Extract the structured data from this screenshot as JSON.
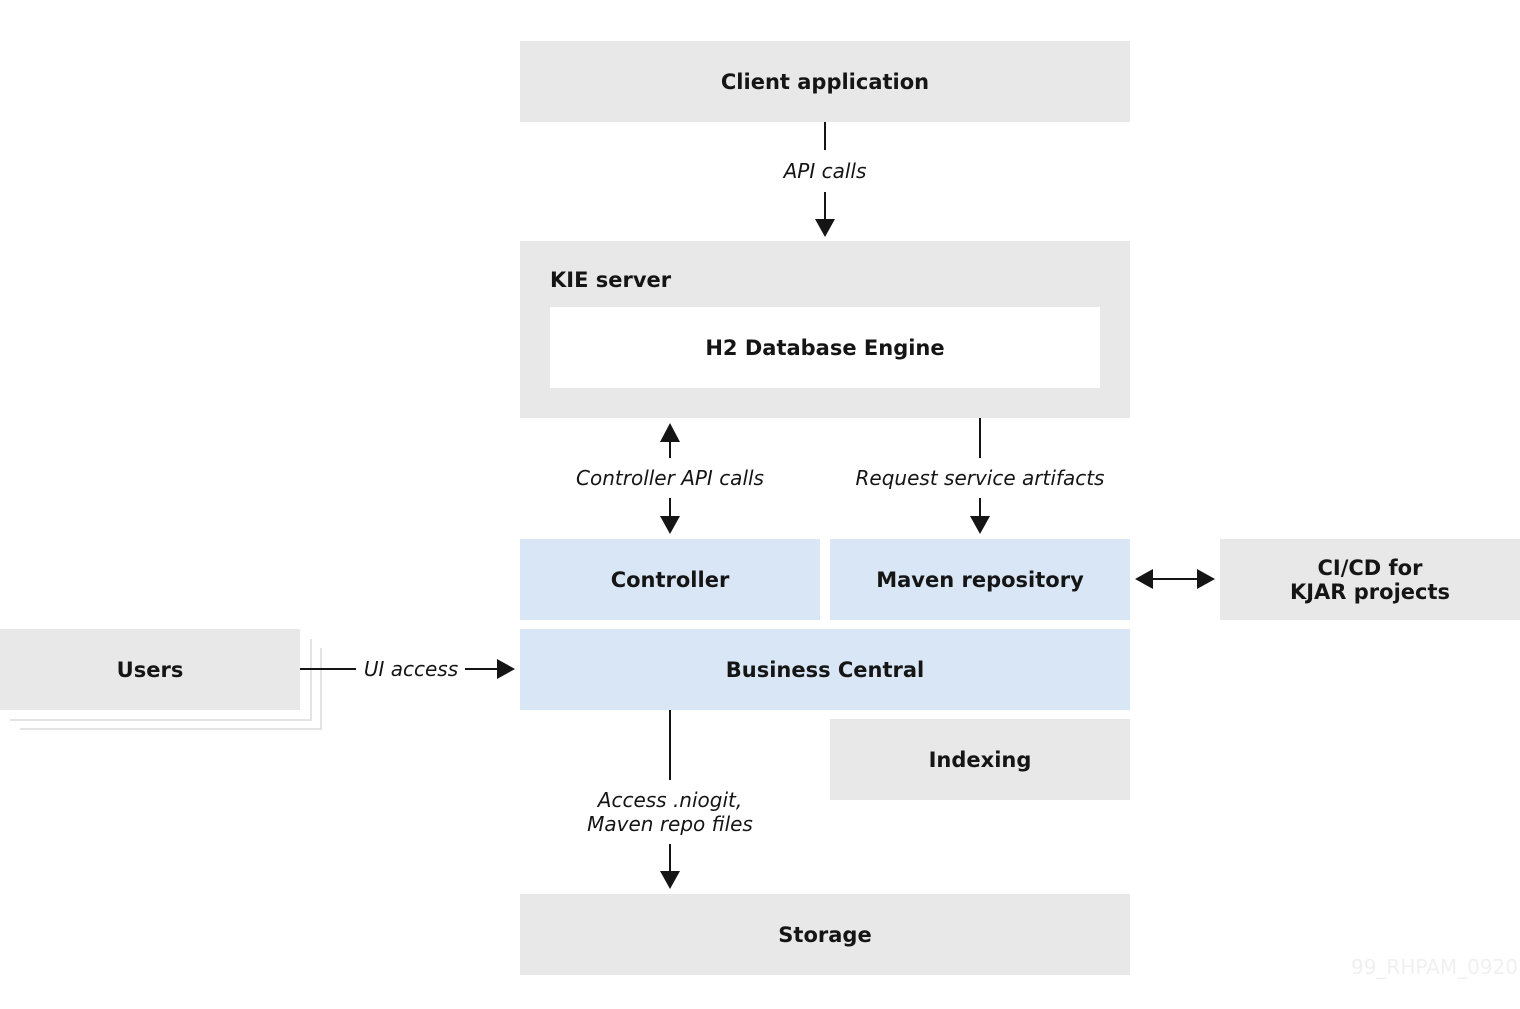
{
  "nodes": {
    "client_app": "Client application",
    "kie_server": "KIE server",
    "h2_engine": "H2 Database Engine",
    "controller": "Controller",
    "maven_repo": "Maven repository",
    "cicd": "CI/CD for\nKJAR projects",
    "users": "Users",
    "business_central": "Business Central",
    "indexing": "Indexing",
    "storage": "Storage"
  },
  "edges": {
    "api_calls": "API calls",
    "controller_api_calls": "Controller API calls",
    "request_artifacts": "Request service artifacts",
    "ui_access": "UI access",
    "access_storage": "Access .niogit,\nMaven repo files"
  },
  "watermark": "99_RHPAM_0920",
  "colors": {
    "gray_box": "#e8e8e8",
    "blue_box": "#d8e6f5",
    "line": "#151515"
  }
}
